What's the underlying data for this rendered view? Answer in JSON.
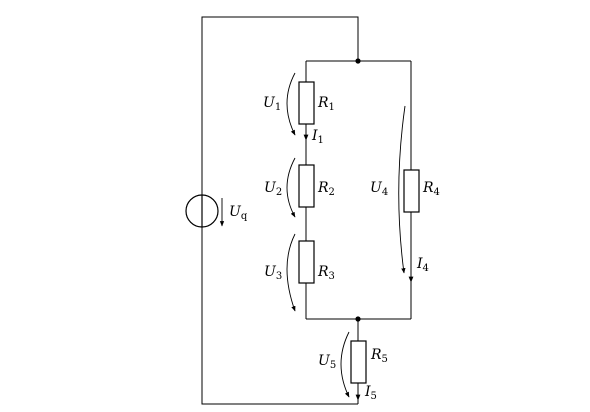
{
  "diagram": {
    "source": {
      "voltage": {
        "main": "U",
        "sub": "q"
      }
    },
    "resistors": [
      {
        "id": "r1",
        "name": {
          "main": "R",
          "sub": "1"
        },
        "voltage": {
          "main": "U",
          "sub": "1"
        },
        "current": {
          "main": "I",
          "sub": "1"
        }
      },
      {
        "id": "r2",
        "name": {
          "main": "R",
          "sub": "2"
        },
        "voltage": {
          "main": "U",
          "sub": "2"
        }
      },
      {
        "id": "r3",
        "name": {
          "main": "R",
          "sub": "3"
        },
        "voltage": {
          "main": "U",
          "sub": "3"
        }
      },
      {
        "id": "r4",
        "name": {
          "main": "R",
          "sub": "4"
        },
        "voltage": {
          "main": "U",
          "sub": "4"
        },
        "current": {
          "main": "I",
          "sub": "4"
        }
      },
      {
        "id": "r5",
        "name": {
          "main": "R",
          "sub": "5"
        },
        "voltage": {
          "main": "U",
          "sub": "5"
        },
        "current": {
          "main": "I",
          "sub": "5"
        }
      }
    ]
  }
}
